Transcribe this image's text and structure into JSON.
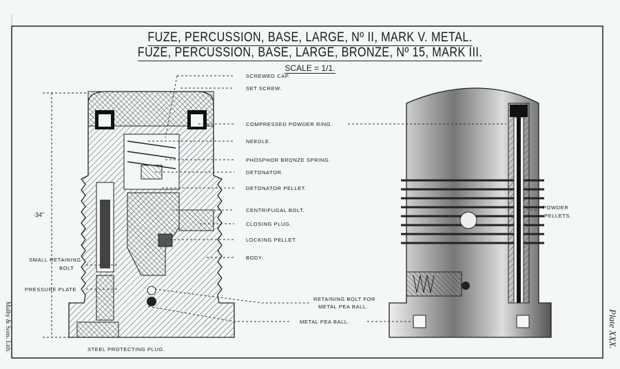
{
  "title_line1": "FUZE, PERCUSSION, BASE, LARGE, Nº II, MARK V. METAL.",
  "title_line2": "FUZE, PERCUSSION, BASE, LARGE, BRONZE, Nº 15, MARK III.",
  "scale": "SCALE = 1/1.",
  "dimension": "·34\"",
  "labels": {
    "screwed_cap": "SCREWED CAP.",
    "set_screw": "SET SCREW.",
    "compressed_powder_ring": "COMPRESSED POWDER RING.",
    "needle": "NEEDLE.",
    "spring": "PHOSPHOR BRONZE SPRING.",
    "detonator": "DETONATOR.",
    "detonator_pellet": "DETONATOR PELLET.",
    "centrifugal_bolt": "CENTRIFUGAL BOLT.",
    "closing_plug": "CLOSING PLUG.",
    "locking_pellet": "LOCKING PELLET.",
    "body": "BODY.",
    "retaining_bolt_1": "RETAINING BOLT FOR",
    "retaining_bolt_2": "METAL PEA BALL.",
    "metal_pea_ball": "METAL PEA BALL.",
    "small_retaining_1": "SMALL RETAINING",
    "small_retaining_2": "BOLT",
    "pressure_plate": "PRESSURE PLATE",
    "steel_protecting_plug": "STEEL PROTECTING PLUG.",
    "powder_1": "POWDER",
    "powder_2": "PELLETS."
  },
  "printer": "Malby & Sons. Lith.",
  "plate": "Plate XXX."
}
